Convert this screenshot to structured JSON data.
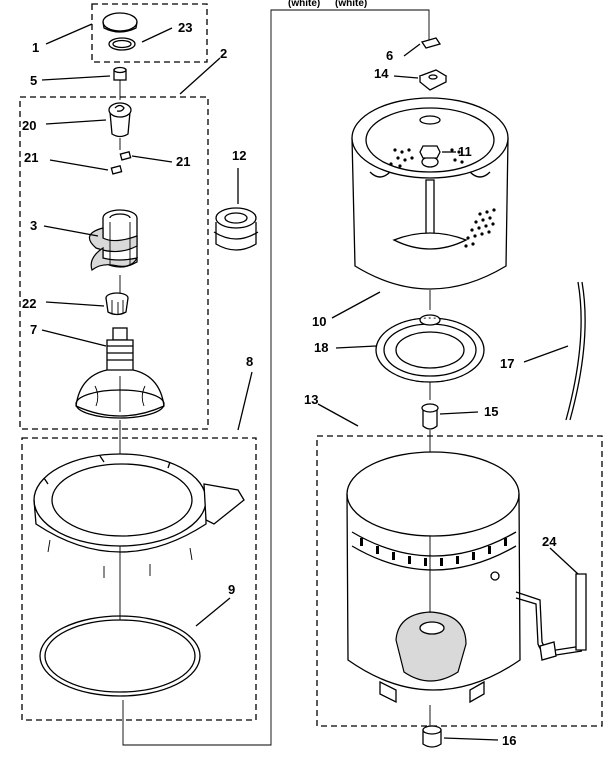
{
  "header": {
    "left_fragment": "(white)",
    "right_fragment": "(white)"
  },
  "callouts": {
    "c1": "1",
    "c2": "2",
    "c3": "3",
    "c5": "5",
    "c6": "6",
    "c7": "7",
    "c8": "8",
    "c9": "9",
    "c10": "10",
    "c11": "11",
    "c12": "12",
    "c13": "13",
    "c14": "14",
    "c15": "15",
    "c16": "16",
    "c17": "17",
    "c18": "18",
    "c20": "20",
    "c21a": "21",
    "c21b": "21",
    "c22": "22",
    "c23": "23",
    "c24": "24"
  }
}
